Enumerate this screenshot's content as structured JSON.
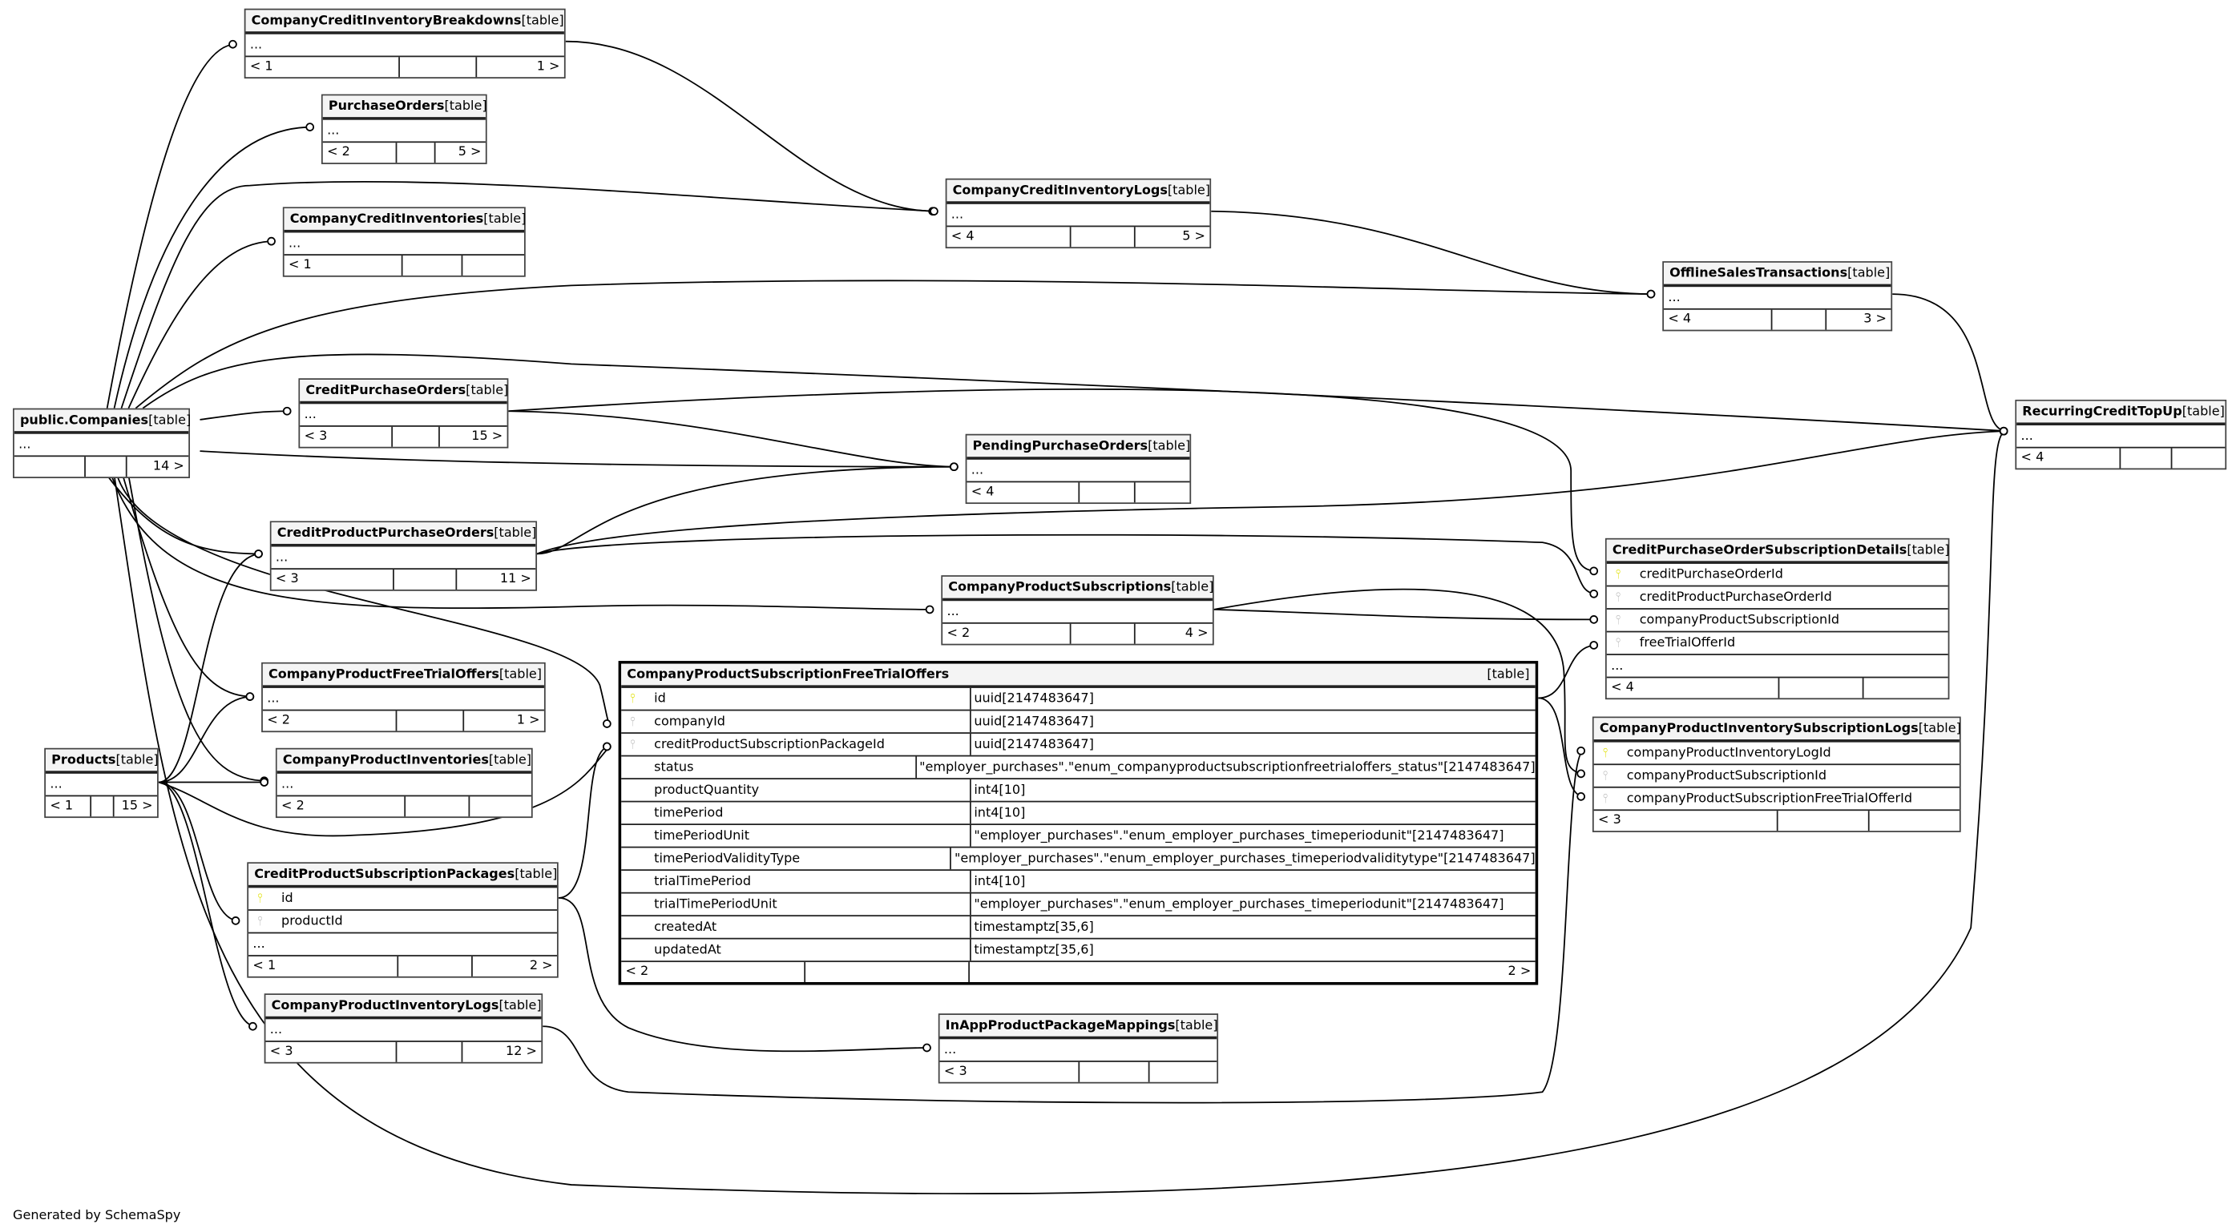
{
  "footer_text": "Generated by SchemaSpy",
  "table_tag": "[table]",
  "tables": [
    {
      "name": "CompanyCreditInventoryBreakdowns",
      "rows": [
        {
          "label": "..."
        }
      ],
      "footer": [
        "< 1",
        "",
        "1 >"
      ]
    },
    {
      "name": "PurchaseOrders",
      "rows": [
        {
          "label": "..."
        }
      ],
      "footer": [
        "< 2",
        "",
        "5 >"
      ]
    },
    {
      "name": "CompanyCreditInventories",
      "rows": [
        {
          "label": "..."
        }
      ],
      "footer": [
        "< 1",
        "",
        ""
      ]
    },
    {
      "name": "CompanyCreditInventoryLogs",
      "rows": [
        {
          "label": "..."
        }
      ],
      "footer": [
        "< 4",
        "",
        "5 >"
      ]
    },
    {
      "name": "OfflineSalesTransactions",
      "rows": [
        {
          "label": "..."
        }
      ],
      "footer": [
        "< 4",
        "",
        "3 >"
      ]
    },
    {
      "name": "RecurringCreditTopUp",
      "rows": [
        {
          "label": "..."
        }
      ],
      "footer": [
        "< 4",
        "",
        ""
      ]
    },
    {
      "name": "public.Companies",
      "rows": [
        {
          "label": "..."
        }
      ],
      "footer": [
        "",
        "",
        "14 >"
      ]
    },
    {
      "name": "CreditPurchaseOrders",
      "rows": [
        {
          "label": "..."
        }
      ],
      "footer": [
        "< 3",
        "",
        "15 >"
      ]
    },
    {
      "name": "PendingPurchaseOrders",
      "rows": [
        {
          "label": "..."
        }
      ],
      "footer": [
        "< 4",
        "",
        ""
      ]
    },
    {
      "name": "CreditProductPurchaseOrders",
      "rows": [
        {
          "label": "..."
        }
      ],
      "footer": [
        "< 3",
        "",
        "11 >"
      ]
    },
    {
      "name": "CompanyProductSubscriptions",
      "rows": [
        {
          "label": "..."
        }
      ],
      "footer": [
        "< 2",
        "",
        "4 >"
      ]
    },
    {
      "name": "CreditPurchaseOrderSubscriptionDetails",
      "rows": [
        {
          "label": "creditPurchaseOrderId",
          "key": "pk"
        },
        {
          "label": "creditProductPurchaseOrderId",
          "key": "fk"
        },
        {
          "label": "companyProductSubscriptionId",
          "key": "fk"
        },
        {
          "label": "freeTrialOfferId",
          "key": "fk"
        },
        {
          "label": "..."
        }
      ],
      "footer": [
        "< 4",
        "",
        ""
      ]
    },
    {
      "name": "CompanyProductFreeTrialOffers",
      "rows": [
        {
          "label": "..."
        }
      ],
      "footer": [
        "< 2",
        "",
        "1 >"
      ]
    },
    {
      "name": "Products",
      "rows": [
        {
          "label": "..."
        }
      ],
      "footer": [
        "< 1",
        "",
        "15 >"
      ]
    },
    {
      "name": "CompanyProductInventories",
      "rows": [
        {
          "label": "..."
        }
      ],
      "footer": [
        "< 2",
        "",
        ""
      ]
    },
    {
      "name": "CompanyProductSubscriptionFreeTrialOffers",
      "rows": [
        {
          "label": "id",
          "key": "pk",
          "type": "uuid[2147483647]"
        },
        {
          "label": "companyId",
          "key": "fk",
          "type": "uuid[2147483647]"
        },
        {
          "label": "creditProductSubscriptionPackageId",
          "key": "fk",
          "type": "uuid[2147483647]"
        },
        {
          "label": "status",
          "key": "none",
          "type": "\"employer_purchases\".\"enum_companyproductsubscriptionfreetrialoffers_status\"[2147483647]"
        },
        {
          "label": "productQuantity",
          "key": "none",
          "type": "int4[10]"
        },
        {
          "label": "timePeriod",
          "key": "none",
          "type": "int4[10]"
        },
        {
          "label": "timePeriodUnit",
          "key": "none",
          "type": "\"employer_purchases\".\"enum_employer_purchases_timeperiodunit\"[2147483647]"
        },
        {
          "label": "timePeriodValidityType",
          "key": "none",
          "type": "\"employer_purchases\".\"enum_employer_purchases_timeperiodvaliditytype\"[2147483647]"
        },
        {
          "label": "trialTimePeriod",
          "key": "none",
          "type": "int4[10]"
        },
        {
          "label": "trialTimePeriodUnit",
          "key": "none",
          "type": "\"employer_purchases\".\"enum_employer_purchases_timeperiodunit\"[2147483647]"
        },
        {
          "label": "createdAt",
          "key": "none",
          "type": "timestamptz[35,6]"
        },
        {
          "label": "updatedAt",
          "key": "none",
          "type": "timestamptz[35,6]"
        }
      ],
      "footer": [
        "< 2",
        "",
        "2 >"
      ]
    },
    {
      "name": "CompanyProductInventorySubscriptionLogs",
      "rows": [
        {
          "label": "companyProductInventoryLogId",
          "key": "pk"
        },
        {
          "label": "companyProductSubscriptionId",
          "key": "fk"
        },
        {
          "label": "companyProductSubscriptionFreeTrialOfferId",
          "key": "fk"
        }
      ],
      "footer": [
        "< 3",
        "",
        ""
      ]
    },
    {
      "name": "CreditProductSubscriptionPackages",
      "rows": [
        {
          "label": "id",
          "key": "pk"
        },
        {
          "label": "productId",
          "key": "fk"
        },
        {
          "label": "..."
        }
      ],
      "footer": [
        "< 1",
        "",
        "2 >"
      ]
    },
    {
      "name": "CompanyProductInventoryLogs",
      "rows": [
        {
          "label": "..."
        }
      ],
      "footer": [
        "< 3",
        "",
        "12 >"
      ]
    },
    {
      "name": "InAppProductPackageMappings",
      "rows": [
        {
          "label": "..."
        }
      ],
      "footer": [
        "< 3",
        "",
        ""
      ]
    }
  ]
}
